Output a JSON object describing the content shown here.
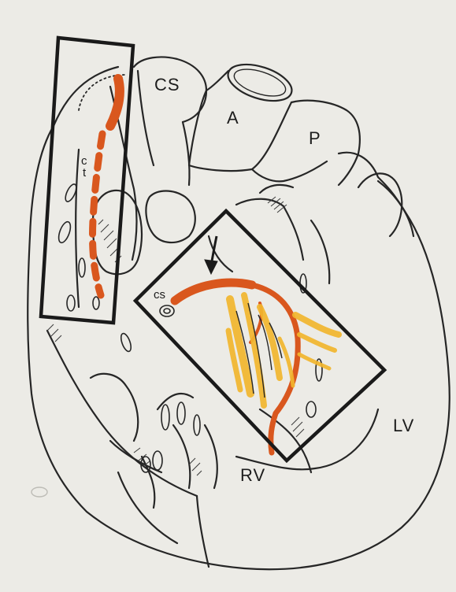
{
  "labels": {
    "cs_top": "CS",
    "aorta": "A",
    "pulmonary": "P",
    "ct_c": "c",
    "ct_t": "t",
    "cs_ostium": "cs",
    "lv": "LV",
    "rv": "RV"
  },
  "colors": {
    "background": "#ecebe6",
    "outline": "#262626",
    "box": "#1a1a1a",
    "orange": "#d9571e",
    "yellow": "#f2b62e"
  }
}
